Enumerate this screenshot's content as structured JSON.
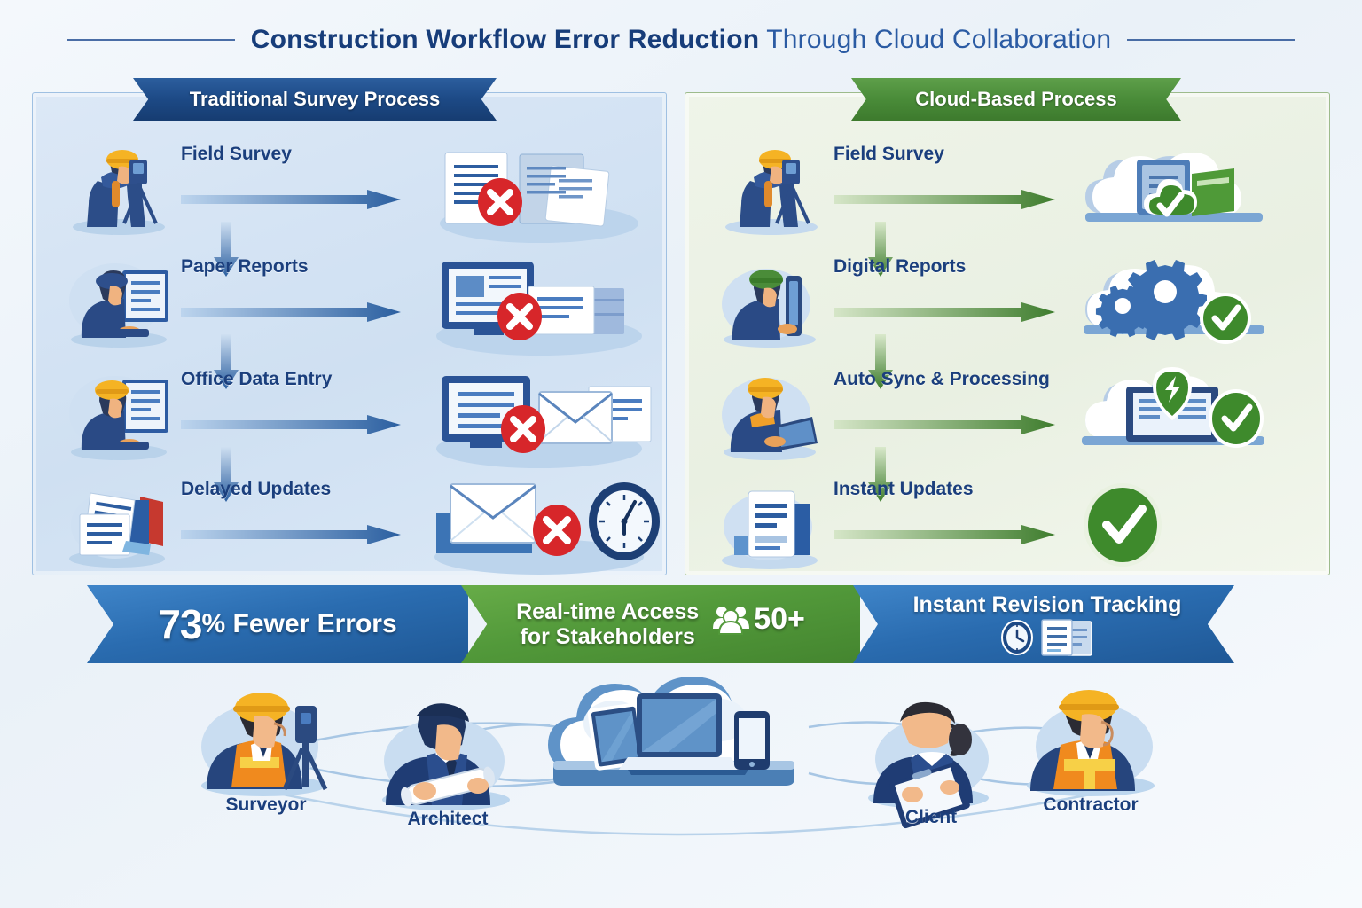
{
  "title": {
    "bold": "Construction Workflow Error Reduction",
    "light": "Through Cloud Collaboration"
  },
  "panels": {
    "left": {
      "heading": "Traditional Survey Process",
      "accent": "#1d4a86",
      "background": "#d6e4f2",
      "status_icon": "red-x-icon",
      "steps": [
        {
          "label": "Field Survey",
          "person_icon": "surveyor-icon",
          "result_icon": "paper-documents-icon"
        },
        {
          "label": "Paper Reports",
          "person_icon": "office-worker-icon",
          "result_icon": "monitor-papers-icon"
        },
        {
          "label": "Office Data Entry",
          "person_icon": "helmet-worker-icon",
          "result_icon": "monitor-envelope-icon"
        },
        {
          "label": "Delayed Updates",
          "person_icon": "paper-stack-icon",
          "result_icon": "envelope-clock-icon"
        }
      ]
    },
    "right": {
      "heading": "Cloud-Based Process",
      "accent": "#4a8c39",
      "background": "#eef3e8",
      "status_icon": "green-check-icon",
      "steps": [
        {
          "label": "Field Survey",
          "person_icon": "surveyor-icon",
          "result_icon": "cloud-documents-icon"
        },
        {
          "label": "Digital Reports",
          "person_icon": "tablet-worker-icon",
          "result_icon": "cloud-gears-icon"
        },
        {
          "label": "Auto Sync & Processing",
          "person_icon": "laptop-worker-icon",
          "result_icon": "cloud-laptop-bolt-icon"
        },
        {
          "label": "Instant Updates",
          "person_icon": "digital-document-icon",
          "result_icon": "green-check-icon"
        }
      ]
    }
  },
  "banners": [
    {
      "number": "73",
      "percent": "%",
      "text": "Fewer Errors",
      "color": "#2a6cb0",
      "icon": ""
    },
    {
      "line1": "Real-time Access",
      "line2": "for Stakeholders",
      "count": "50+",
      "color": "#52993a",
      "icon": "people-group-icon"
    },
    {
      "text": "Instant Revision Tracking",
      "color": "#2a6cb0",
      "icon": "clock-document-icon"
    }
  ],
  "stakeholders": [
    {
      "label": "Surveyor",
      "icon": "surveyor-avatar-icon"
    },
    {
      "label": "Architect",
      "icon": "architect-avatar-icon"
    },
    {
      "label": "Client",
      "icon": "client-avatar-icon"
    },
    {
      "label": "Contractor",
      "icon": "contractor-avatar-icon"
    }
  ],
  "center_cloud": {
    "icon": "cloud-devices-icon",
    "devices": [
      "tablet",
      "laptop",
      "smartphone"
    ]
  }
}
